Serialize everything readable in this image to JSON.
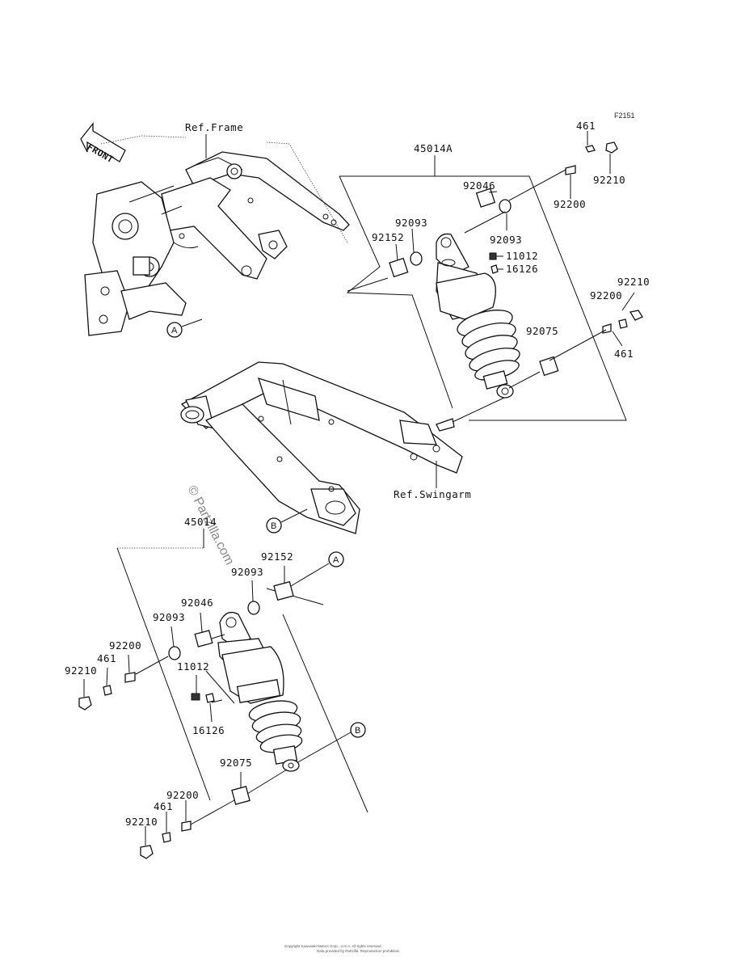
{
  "figure_code": "F2151",
  "ref_frame": "Ref.Frame",
  "ref_swingarm": "Ref.Swingarm",
  "front_label": "FRONT",
  "watermark": "© Partzilla.com",
  "markers": {
    "a": "A",
    "b": "B"
  },
  "footer_line_1": "Copyright Kawasaki Motors Corp., U.S.A. All rights reserved.",
  "footer_line_2": "Data provided by Partzilla. Reproduction prohibited.",
  "upper_assembly": {
    "assembly": "45014A",
    "p_461_top": "461",
    "p_92210_top": "92210",
    "p_92200_top": "92200",
    "p_92046": "92046",
    "p_92093_left": "92093",
    "p_92152": "92152",
    "p_92093_right": "92093",
    "p_11012": "11012",
    "p_16126": "16126",
    "p_92210_mid": "92210",
    "p_92200_mid": "92200",
    "p_92075": "92075",
    "p_461_mid": "461"
  },
  "lower_assembly": {
    "assembly": "45014",
    "p_92152": "92152",
    "p_92093_top": "92093",
    "p_92046": "92046",
    "p_92093_left": "92093",
    "p_92200_top": "92200",
    "p_461_top": "461",
    "p_92210_top": "92210",
    "p_11012": "11012",
    "p_16126": "16126",
    "p_92075": "92075",
    "p_92200_bottom": "92200",
    "p_461_bottom": "461",
    "p_92210_bottom": "92210"
  }
}
